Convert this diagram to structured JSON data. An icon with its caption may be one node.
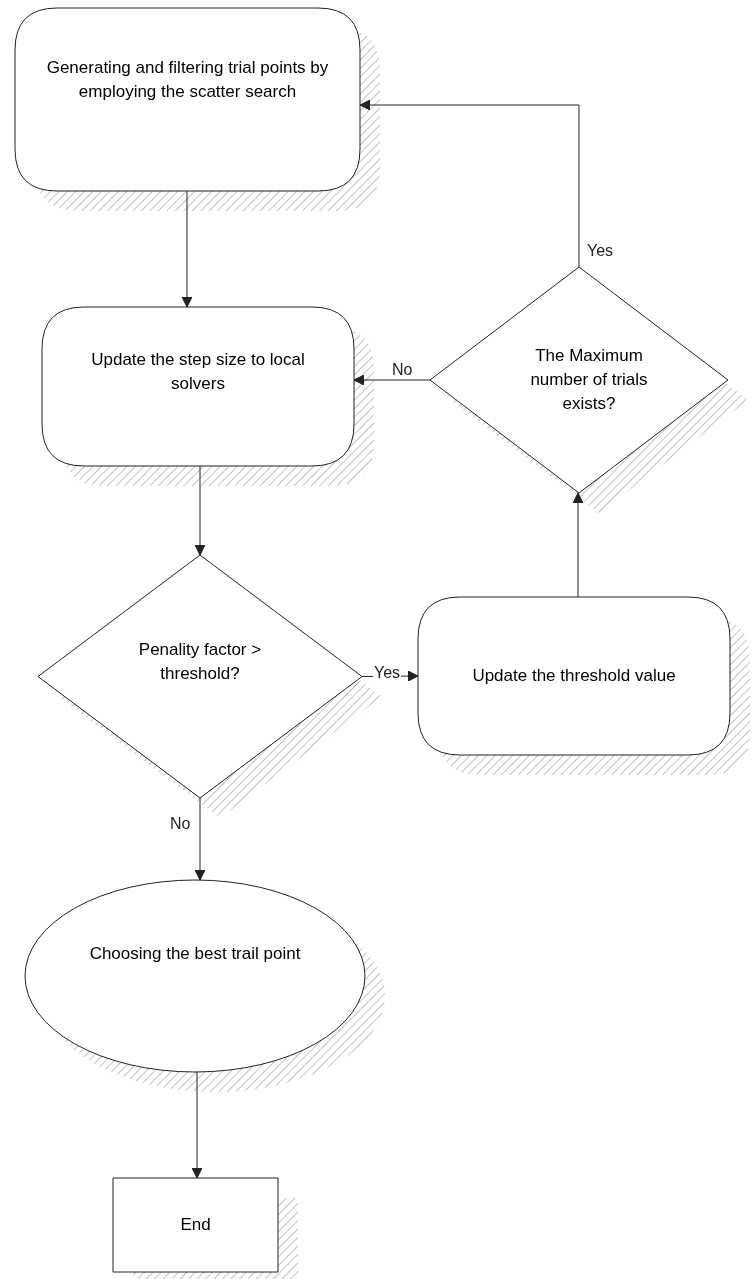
{
  "diagram": {
    "nodes": [
      {
        "text": [
          "Generating and filtering trial points by employing the scatter search"
        ]
      },
      {
        "text": [
          "Update the step size to local solvers"
        ]
      },
      {
        "text": [
          "The Maximum number of trials exists?"
        ]
      },
      {
        "text": [
          "Penality factor > threshold?"
        ]
      },
      {
        "text": [
          "Update the threshold value"
        ]
      },
      {
        "text": [
          "Choosing the best trail point"
        ]
      },
      {
        "text": [
          "End"
        ]
      }
    ],
    "edges": [
      {
        "from": 0,
        "to": 1,
        "arrow": "to"
      },
      {
        "from": 1,
        "to": 3,
        "arrow": "to"
      },
      {
        "from": 3,
        "to": 4,
        "arrow": "to",
        "label": "Yes"
      },
      {
        "from": 4,
        "to": 2,
        "arrow": "to"
      },
      {
        "from": 2,
        "to": 1,
        "arrow": "to",
        "label": "No"
      },
      {
        "from": 2,
        "to": 0,
        "arrow": "to",
        "label": "Yes"
      },
      {
        "from": 3,
        "to": 5,
        "arrow": "to",
        "label": "No"
      },
      {
        "from": 5,
        "to": 6,
        "arrow": "to"
      }
    ]
  }
}
